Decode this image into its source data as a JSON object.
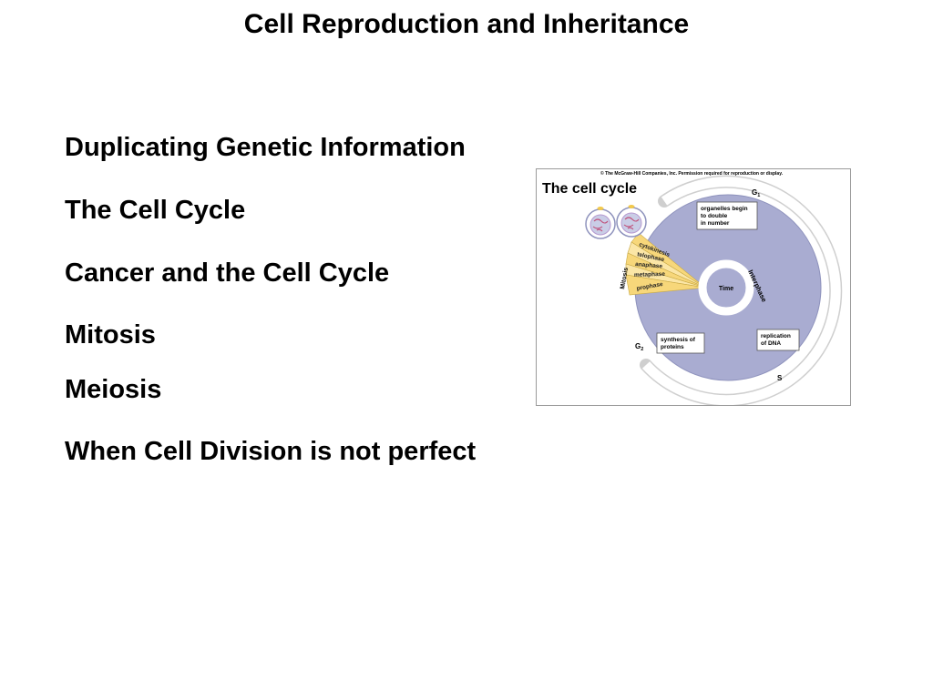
{
  "slide": {
    "title": "Cell Reproduction and Inheritance",
    "topics": [
      "Duplicating Genetic Information",
      "The Cell Cycle",
      "Cancer and the Cell Cycle",
      "Mitosis",
      "Meiosis",
      "When Cell Division is not perfect"
    ]
  },
  "figure": {
    "copyright": "© The McGraw-Hill Companies, Inc. Permission required for reproduction or display.",
    "title": "The cell cycle",
    "g1_label": "G",
    "g1_sub": "1",
    "g2_label": "G",
    "g2_sub": "2",
    "s_label": "S",
    "mitosis_label": "Mitosis",
    "interphase_label": "Interphase",
    "time_label": "Time",
    "phases": [
      "cytokinesis",
      "telophase",
      "anaphase",
      "metaphase",
      "prophase"
    ],
    "box_organelles": [
      "organelles begin",
      "to double",
      "in number"
    ],
    "box_dna": [
      "replication",
      "of DNA"
    ],
    "box_proteins": [
      "synthesis of",
      "proteins"
    ],
    "colors": {
      "cycle_fill": "#a9acd1",
      "arrow_fill": "#ffffff",
      "phase_fill": "#f7d77a",
      "phase_fill_light": "#fbe6a6",
      "cell_fill": "#c9cde6"
    }
  }
}
